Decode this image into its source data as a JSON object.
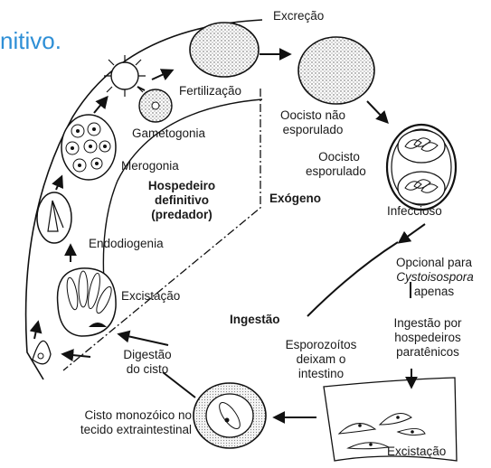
{
  "title_fragment": "nitivo.",
  "labels": {
    "excrecao": "Excreção",
    "fertilizacao": "Fertilização",
    "oocisto_nao": "Oocisto não",
    "esporulado1": "esporulado",
    "oocisto": "Oocisto",
    "esporulado2": "esporulado",
    "gametogonia": "Gametogonia",
    "merogonia": "Merogonia",
    "hosp_def_1": "Hospedeiro",
    "hosp_def_2": "definitivo",
    "hosp_def_3": "(predador)",
    "exogeno": "Exógeno",
    "infeccioso": "Infeccioso",
    "endodiogenia": "Endodiogenia",
    "opcional": "Opcional para",
    "cystoisospora": "Cystoisospora",
    "apenas": "apenas",
    "excistacao1": "Excistação",
    "ingestao": "Ingestão",
    "ingestao_por": "Ingestão por",
    "hospedeiros": "hospedeiros",
    "paratenicos": "paratênicos",
    "esporozoitos": "Esporozoítos",
    "deixam_o": "deixam o",
    "intestino": "intestino",
    "digestao": "Digestão",
    "do_cisto": "do cisto",
    "cisto_mono": "Cisto monozóico no",
    "tecido": "tecido extraintestinal",
    "excistacao2": "Excistação"
  }
}
